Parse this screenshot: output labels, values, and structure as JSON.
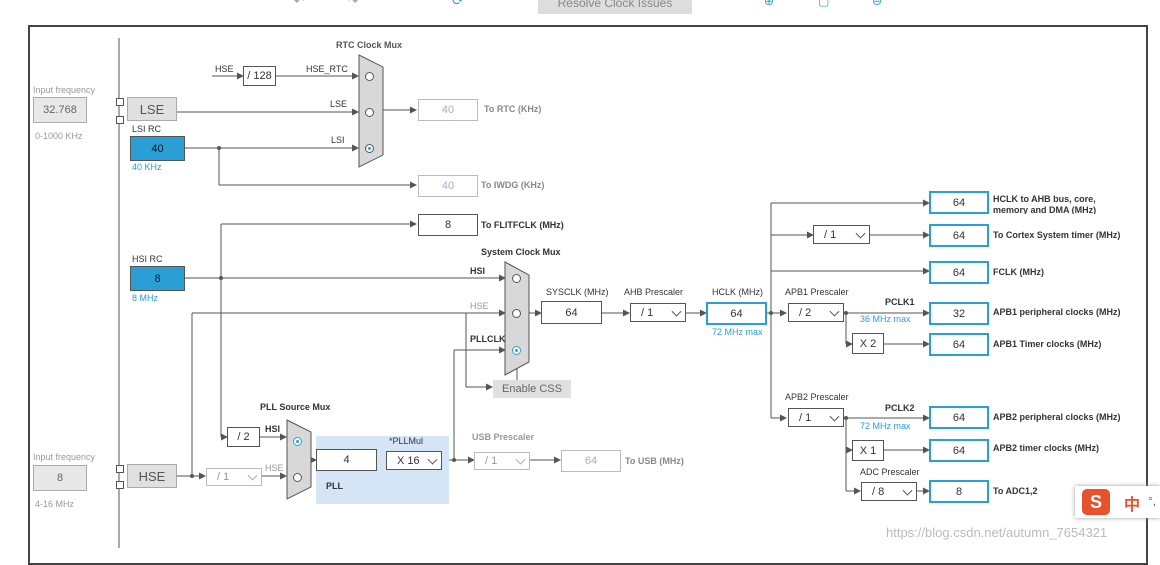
{
  "toolbar": {
    "resolve_label": "Resolve Clock Issues"
  },
  "left": {
    "lse_input_label": "Input frequency",
    "lse_input_value": "32.768",
    "lse_range": "0-1000 KHz",
    "lse_label": "LSE",
    "lsi_label": "LSI RC",
    "lsi_value": "40",
    "lsi_freq": "40 KHz",
    "hsi_label": "HSI RC",
    "hsi_value": "8",
    "hsi_freq": "8 MHz",
    "hse_input_label": "Input frequency",
    "hse_input_value": "8",
    "hse_range": "4-16 MHz",
    "hse_label": "HSE"
  },
  "rtc": {
    "mux_title": "RTC Clock Mux",
    "hse_label": "HSE",
    "div128": "/ 128",
    "hse_rtc": "HSE_RTC",
    "lse": "LSE",
    "lsi": "LSI",
    "rtc_value": "40",
    "rtc_label": "To RTC (KHz)",
    "iwdg_value": "40",
    "iwdg_label": "To IWDG (KHz)",
    "flit_value": "8",
    "flit_label": "To FLITFCLK (MHz)"
  },
  "sysmux": {
    "title": "System Clock Mux",
    "hsi": "HSI",
    "hse": "HSE",
    "pllclk": "PLLCLK",
    "enable_css": "Enable CSS",
    "sysclk_label": "SYSCLK (MHz)",
    "sysclk_value": "64",
    "ahb_label": "AHB Prescaler",
    "ahb_value": "/ 1",
    "hclk_label": "HCLK (MHz)",
    "hclk_value": "64",
    "hclk_max": "72 MHz max"
  },
  "pll": {
    "mux_title": "PLL Source Mux",
    "hsi": "HSI",
    "hse": "HSE",
    "div2": "/ 2",
    "hse_div": "/ 1",
    "pll_value": "4",
    "pllmul_label": "*PLLMul",
    "pllmul_value": "X 16",
    "pll_label": "PLL",
    "usb_label": "USB Prescaler",
    "usb_div": "/ 1",
    "usb_value": "64",
    "usb_out": "To USB (MHz)"
  },
  "outputs": {
    "ahb_value": "64",
    "ahb_label": "HCLK to AHB bus, core, memory and DMA (MHz)",
    "cortex_div": "/ 1",
    "cortex_value": "64",
    "cortex_label": "To Cortex System timer (MHz)",
    "fclk_value": "64",
    "fclk_label": "FCLK (MHz)",
    "apb1_prescaler_label": "APB1 Prescaler",
    "apb1_div": "/ 2",
    "pclk1": "PCLK1",
    "apb1_max": "36 MHz max",
    "apb1_periph_value": "32",
    "apb1_periph_label": "APB1 peripheral clocks (MHz)",
    "apb1_timer_mul": "X 2",
    "apb1_timer_value": "64",
    "apb1_timer_label": "APB1 Timer clocks (MHz)",
    "apb2_prescaler_label": "APB2 Prescaler",
    "apb2_div": "/ 1",
    "pclk2": "PCLK2",
    "apb2_max": "72 MHz max",
    "apb2_periph_value": "64",
    "apb2_periph_label": "APB2 peripheral clocks (MHz)",
    "apb2_timer_mul": "X 1",
    "apb2_timer_value": "64",
    "apb2_timer_label": "APB2 timer clocks (MHz)",
    "adc_prescaler_label": "ADC Prescaler",
    "adc_div": "/ 8",
    "adc_value": "8",
    "adc_label": "To ADC1,2"
  },
  "watermark": "https://blog.csdn.net/autumn_7654321",
  "ime": {
    "s_letter": "S",
    "zh": "中"
  }
}
